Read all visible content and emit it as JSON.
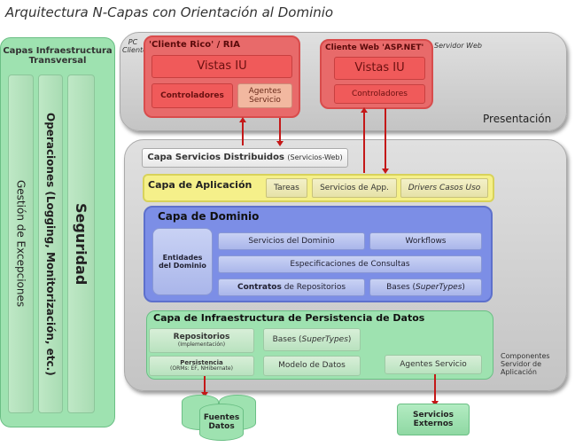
{
  "title": "Arquitectura N-Capas con Orientación al Dominio",
  "transversal": {
    "title": "Capas Infraestructura Transversal",
    "bars": [
      "Gestión de Excepciones",
      "Operaciones (Logging, Monitorización, etc.)",
      "Seguridad"
    ]
  },
  "presentation": {
    "label": "Presentación",
    "pc_label": "PC Cliente",
    "web_server_label": "Servidor Web",
    "ria": {
      "title": "'Cliente Rico' / RIA",
      "views": "Vistas IU",
      "controllers": "Controladores",
      "agents": "Agentes Servicio"
    },
    "web": {
      "title": "Cliente Web 'ASP.NET'",
      "views": "Vistas IU",
      "controllers": "Controladores"
    }
  },
  "server": {
    "label": "Componentes Servidor de Aplicación",
    "distributed": {
      "title": "Capa Servicios Distribuidos",
      "sub": "(Servicios-Web)"
    },
    "application": {
      "title": "Capa de Aplicación",
      "items": [
        "Tareas",
        "Servicios de App.",
        "Drivers Casos Uso"
      ]
    },
    "domain": {
      "title": "Capa de Dominio",
      "entities": "Entidades del Dominio",
      "services": "Servicios del Dominio",
      "workflows": "Workflows",
      "specs": "Especificaciones de Consultas",
      "contracts_bold": "Contratos",
      "contracts_rest": " de Repositorios",
      "bases": "Bases (",
      "bases_italic": "SuperTypes",
      "bases_end": ")"
    },
    "persistence": {
      "title": "Capa de Infraestructura de Persistencia de Datos",
      "repos": "Repositorios",
      "repos_sub": "(Implementación)",
      "bases": "Bases (",
      "bases_italic": "SuperTypes",
      "bases_end": ")",
      "persist": "Persistencia",
      "persist_sub": "(ORMs: EF, NHibernate)",
      "model": "Modelo de Datos",
      "agents": "Agentes Servicio"
    }
  },
  "external": {
    "data_sources": "Fuentes Datos",
    "external_services": "Servicios Externos"
  }
}
